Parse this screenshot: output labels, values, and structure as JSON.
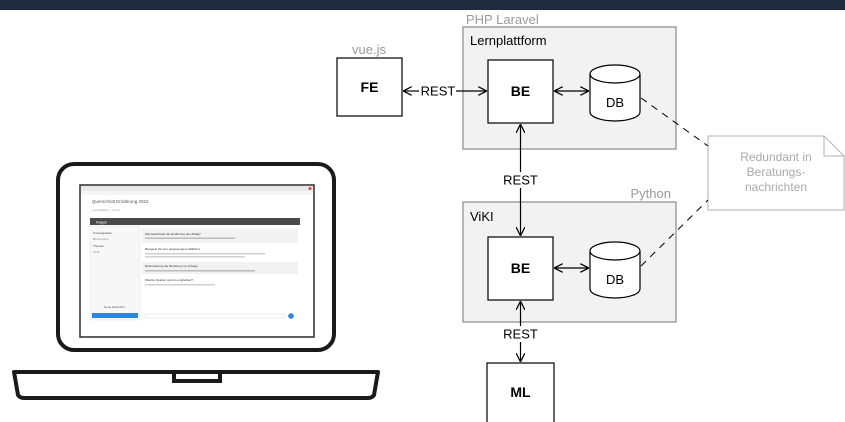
{
  "header": {
    "bar_color": "#1f2b3d"
  },
  "groups": {
    "php": {
      "caption": "PHP Laravel",
      "title": "Lernplattform"
    },
    "python": {
      "caption": "Python",
      "title": "ViKI"
    }
  },
  "nodes": {
    "fe": {
      "caption": "vue.js",
      "label": "FE"
    },
    "be_top": {
      "label": "BE"
    },
    "db_top": {
      "label": "DB"
    },
    "be_bottom": {
      "label": "BE"
    },
    "db_bottom": {
      "label": "DB"
    },
    "ml": {
      "label": "ML"
    }
  },
  "edges": {
    "fe_be": "REST",
    "be_be": "REST",
    "be_ml": "REST"
  },
  "note": {
    "lines": [
      "Redundant in",
      "Beratungs-",
      "nachrichten"
    ]
  },
  "laptop": {
    "screen_title": "Querschnitt Ernährung 2022",
    "breadcrumb": "Lernplattform · Kurse",
    "section": "Fragen",
    "sidebar": [
      "Kursangebote",
      "Beratungen",
      "Themen",
      "Chat"
    ],
    "messages": [
      "Wie beeinflusst die Ernährung den Alltag?",
      "Beispiele für eine ausgewogene Mahlzeit",
      "Rückmeldung der Beratung zur Anfrage",
      "Welche Quellen sind zu empfehlen?"
    ],
    "send_label": "Neue Nachricht"
  },
  "colors": {
    "group_fill": "#f2f2f2",
    "group_stroke": "#8a8a8a",
    "caption": "#9a9a9a",
    "note_text": "#aaaaaa",
    "accent": "#2e86de"
  }
}
